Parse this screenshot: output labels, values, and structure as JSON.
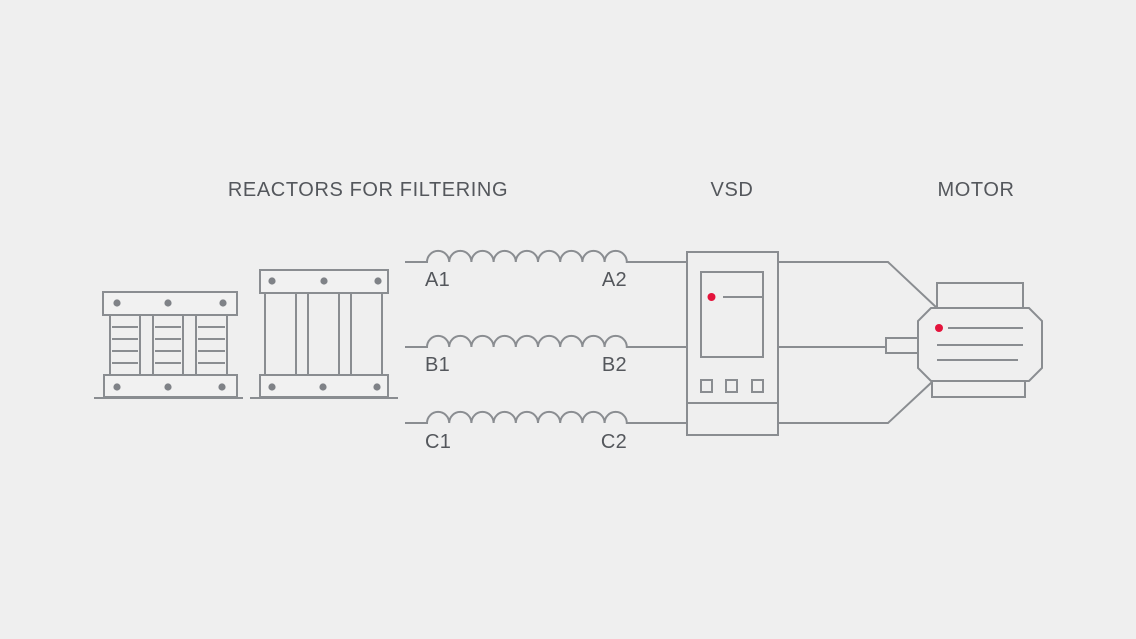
{
  "diagram": {
    "titles": {
      "reactors": "REACTORS FOR FILTERING",
      "vsd": "VSD",
      "motor": "MOTOR"
    },
    "coils": [
      {
        "left": "A1",
        "right": "A2"
      },
      {
        "left": "B1",
        "right": "B2"
      },
      {
        "left": "C1",
        "right": "C2"
      }
    ],
    "colors": {
      "background": "#efefef",
      "stroke": "#8a8d91",
      "text": "#54575c",
      "accent_red": "#e4143c"
    }
  }
}
